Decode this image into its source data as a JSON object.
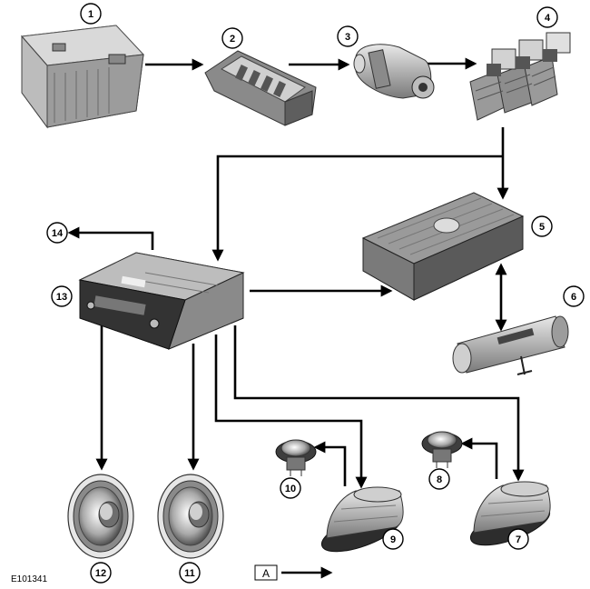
{
  "diagram": {
    "reference_code": "E101341",
    "legend_key": "A",
    "callouts": {
      "c1": "1",
      "c2": "2",
      "c3": "3",
      "c4": "4",
      "c5": "5",
      "c6": "6",
      "c7": "7",
      "c8": "8",
      "c9": "9",
      "c10": "10",
      "c11": "11",
      "c12": "12",
      "c13": "13",
      "c14": "14"
    },
    "components": [
      {
        "id": "c1",
        "icon": "battery-icon"
      },
      {
        "id": "c2",
        "icon": "fuse-box-icon"
      },
      {
        "id": "c3",
        "icon": "ignition-switch-icon"
      },
      {
        "id": "c4",
        "icon": "junction-connector-icon"
      },
      {
        "id": "c5",
        "icon": "amplifier-icon"
      },
      {
        "id": "c6",
        "icon": "cylindrical-module-icon"
      },
      {
        "id": "c7",
        "icon": "door-speaker-icon"
      },
      {
        "id": "c8",
        "icon": "tweeter-icon"
      },
      {
        "id": "c9",
        "icon": "door-speaker-icon"
      },
      {
        "id": "c10",
        "icon": "tweeter-icon"
      },
      {
        "id": "c11",
        "icon": "round-speaker-icon"
      },
      {
        "id": "c12",
        "icon": "round-speaker-icon"
      },
      {
        "id": "c13",
        "icon": "audio-unit-icon"
      },
      {
        "id": "c14",
        "icon": "connection-icon"
      }
    ]
  }
}
